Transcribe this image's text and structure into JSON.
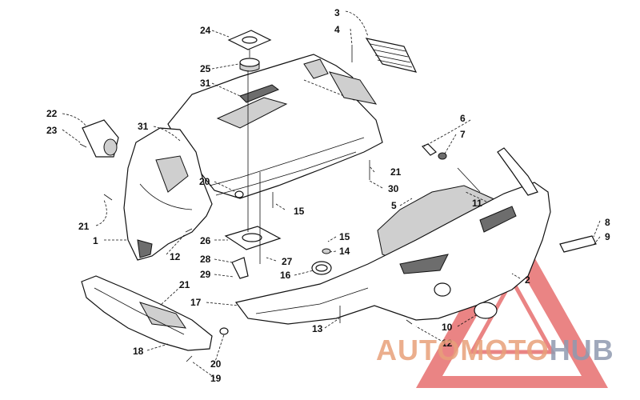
{
  "diagram": {
    "callouts": [
      "1",
      "2",
      "3",
      "4",
      "5",
      "6",
      "7",
      "8",
      "9",
      "10",
      "11",
      "12",
      "12",
      "13",
      "14",
      "15",
      "15",
      "16",
      "17",
      "18",
      "19",
      "20",
      "20",
      "21",
      "21",
      "21",
      "21",
      "22",
      "23",
      "24",
      "25",
      "26",
      "27",
      "28",
      "29",
      "30",
      "31",
      "31"
    ]
  },
  "watermark": {
    "part1": "AUTO",
    "part2": "MOTO",
    "part3": "HUB",
    "color_primary": "#e8a07a",
    "color_secondary": "#8f9ab0",
    "triangle_color": "#e45b5b"
  }
}
